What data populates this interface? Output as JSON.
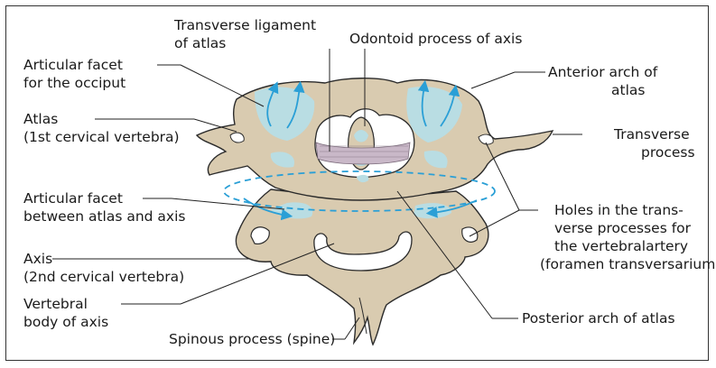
{
  "labels": {
    "transverse_ligament": [
      "Transverse ligament",
      "of atlas"
    ],
    "odontoid": [
      "Odontoid process of axis"
    ],
    "articular_facet_occiput": [
      "Articular facet",
      "for the occiput"
    ],
    "anterior_arch": [
      "Anterior arch of",
      "atlas"
    ],
    "atlas": [
      "Atlas",
      "(1st cervical vertebra)"
    ],
    "transverse_process": [
      "Transverse",
      "process"
    ],
    "articular_facet_atlas_axis": [
      "Articular facet",
      "between atlas and axis"
    ],
    "holes": [
      "Holes in the trans-",
      "verse processes for",
      "the vertebralartery",
      "(foramen transversarium)"
    ],
    "axis": [
      "Axis",
      "(2nd cervical vertebra)"
    ],
    "vertebral_body": [
      "Vertebral",
      "body of axis"
    ],
    "posterior_arch": [
      "Posterior arch of atlas"
    ],
    "spinous_process": [
      "Spinous process (spine)"
    ]
  },
  "colors": {
    "bone": "#d9cbb0",
    "bone_stroke": "#2b2b2b",
    "cartilage": "#b9dde3",
    "arrow": "#2a9fd6",
    "ligament": "#c9b8c8",
    "leader": "#222222"
  }
}
